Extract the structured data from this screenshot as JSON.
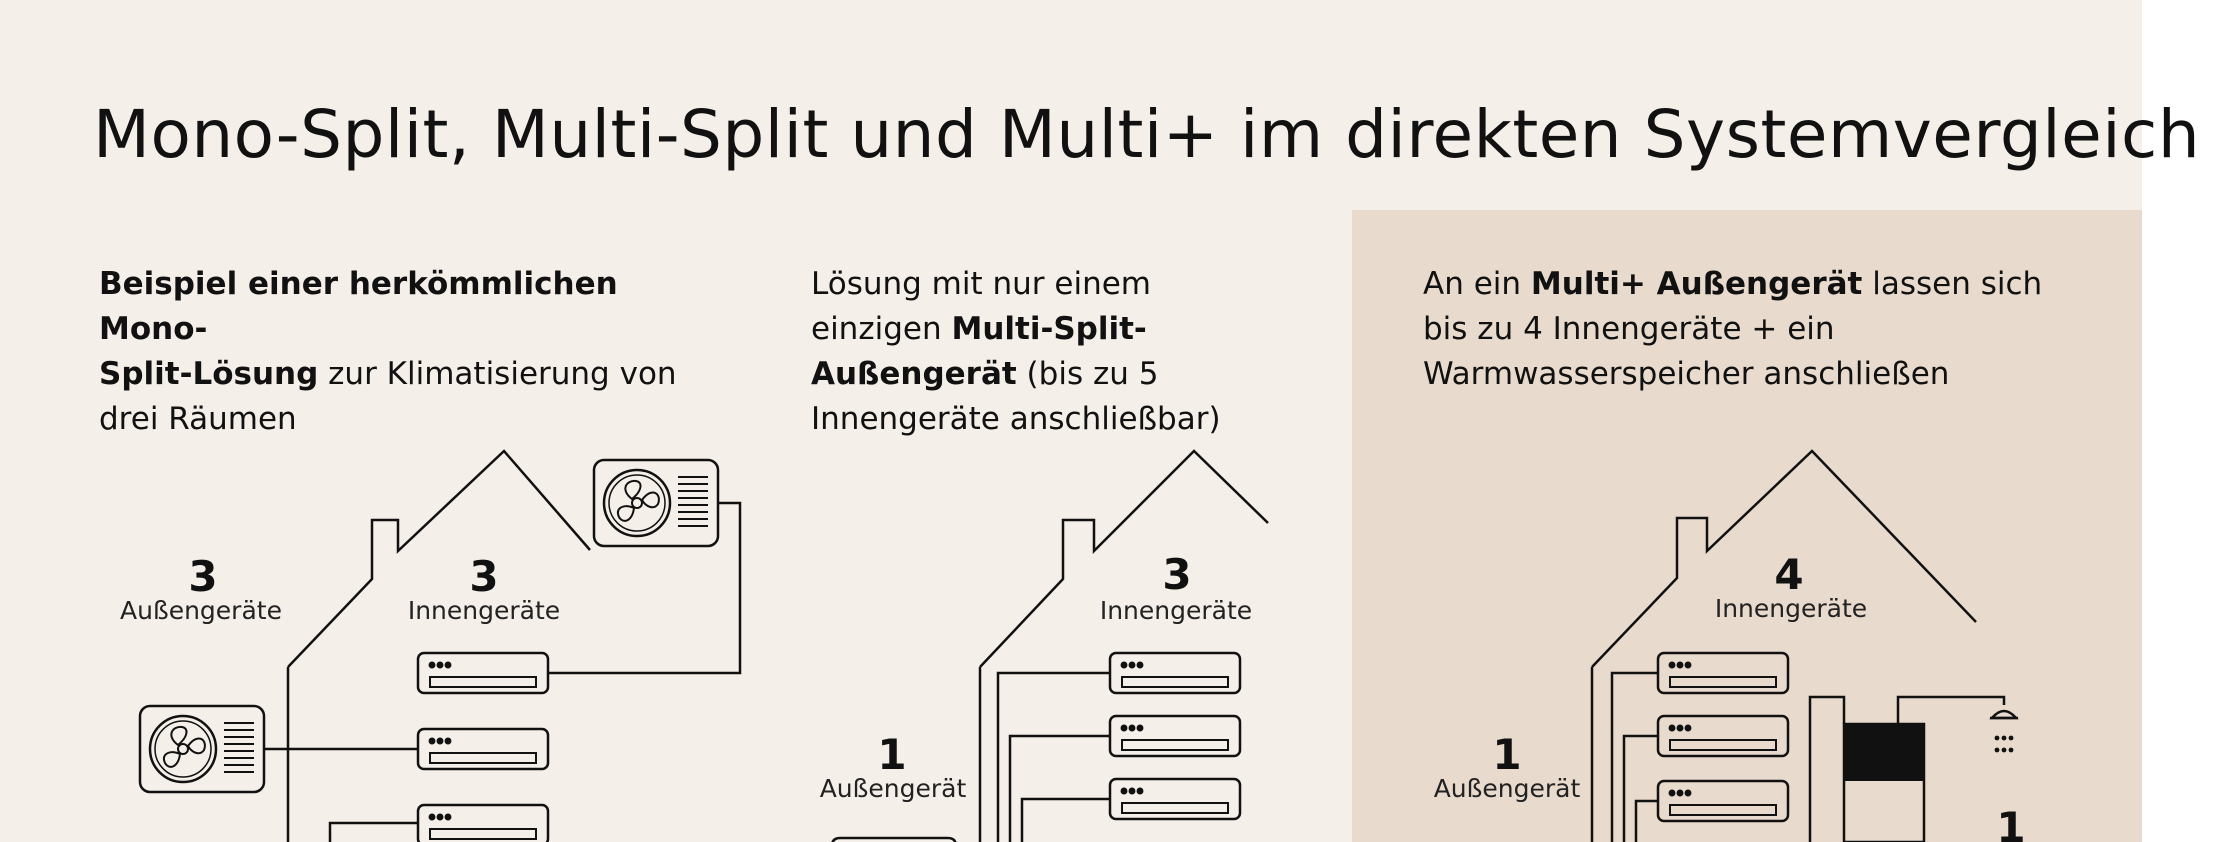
{
  "title": "Mono-Split, Multi-Split und Multi+ im direkten Systemvergleich",
  "colors": {
    "background": "#f5efe9",
    "highlight_panel": "#e8dbcd",
    "line": "#111111"
  },
  "panels": [
    {
      "id": "mono-split",
      "description": {
        "bold1": "Beispiel einer herkömmlichen Mono-",
        "bold2": "Split-Lösung",
        "rest": " zur Klimatisierung von drei Räumen"
      },
      "outdoor": {
        "count": "3",
        "label": "Außengeräte"
      },
      "indoor": {
        "count": "3",
        "label": "Innengeräte"
      }
    },
    {
      "id": "multi-split",
      "description": {
        "pre": "Lösung mit nur einem einzigen ",
        "bold": "Multi-Split-Außengerät",
        "post": " (bis zu 5 Innengeräte anschließbar)"
      },
      "outdoor": {
        "count": "1",
        "label": "Außengerät"
      },
      "indoor": {
        "count": "3",
        "label": "Innengeräte"
      }
    },
    {
      "id": "multi-plus",
      "description": {
        "pre": "An ein ",
        "bold": "Multi+ Außengerät",
        "post": " lassen sich bis zu 4 Innengeräte + ein Warmwasserspeicher anschließen"
      },
      "outdoor": {
        "count": "1",
        "label": "Außengerät"
      },
      "indoor": {
        "count": "4",
        "label": "Innengeräte"
      },
      "storage": {
        "count": "1"
      }
    }
  ],
  "icons": [
    "fan-outdoor-unit-icon",
    "indoor-ac-unit-icon",
    "water-storage-tank-icon",
    "shower-head-icon"
  ]
}
